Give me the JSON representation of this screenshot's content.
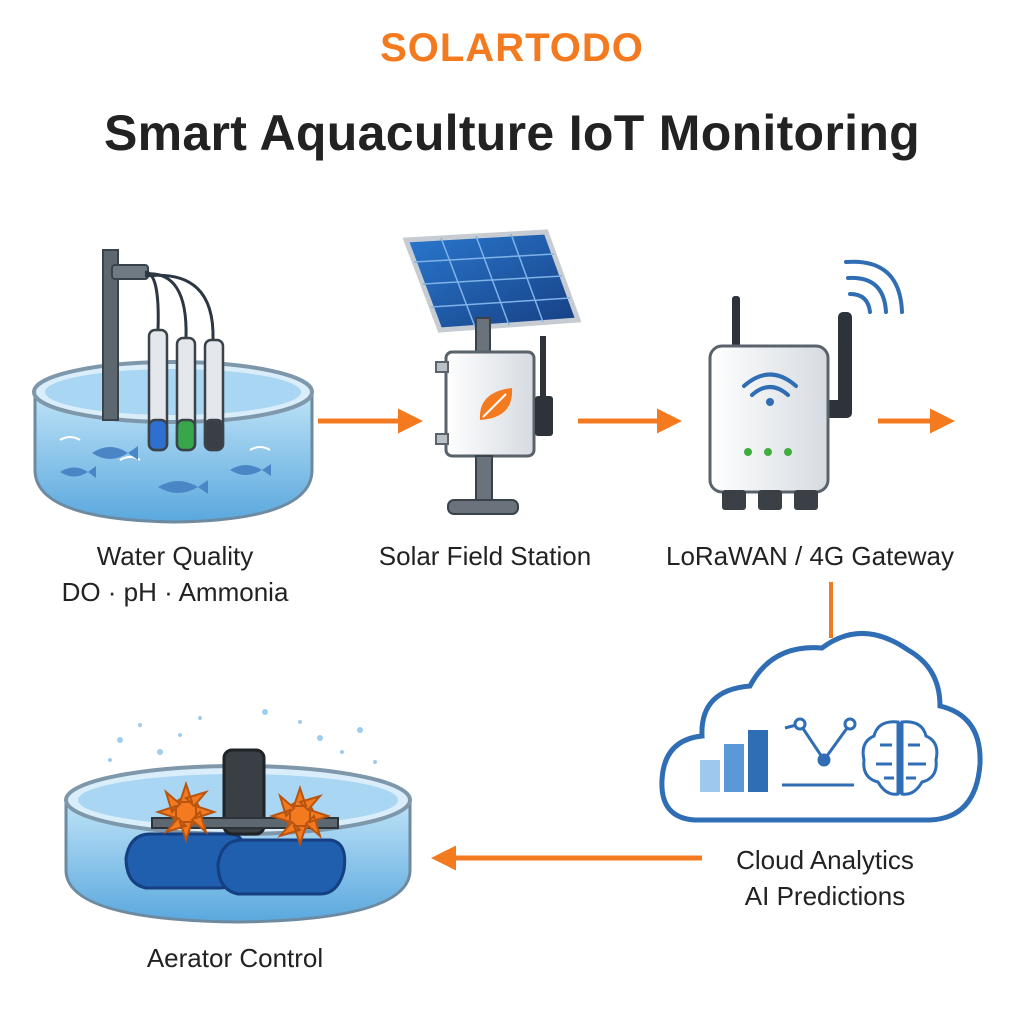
{
  "brand": "SOLARTODO",
  "title": "Smart Aquaculture IoT Monitoring",
  "nodes": {
    "water_quality": {
      "line1": "Water Quality",
      "line2": "DO · pH · Ammonia"
    },
    "solar_station": {
      "label": "Solar Field Station"
    },
    "gateway": {
      "label": "LoRaWAN / 4G Gateway"
    },
    "cloud": {
      "line1": "Cloud Analytics",
      "line2": "AI Predictions"
    },
    "aerator": {
      "label": "Aerator Control"
    }
  },
  "colors": {
    "accent": "#f47a20",
    "water": "#8fcbef",
    "panel": "#1f5fae",
    "cloud_outline": "#2f6db5"
  }
}
